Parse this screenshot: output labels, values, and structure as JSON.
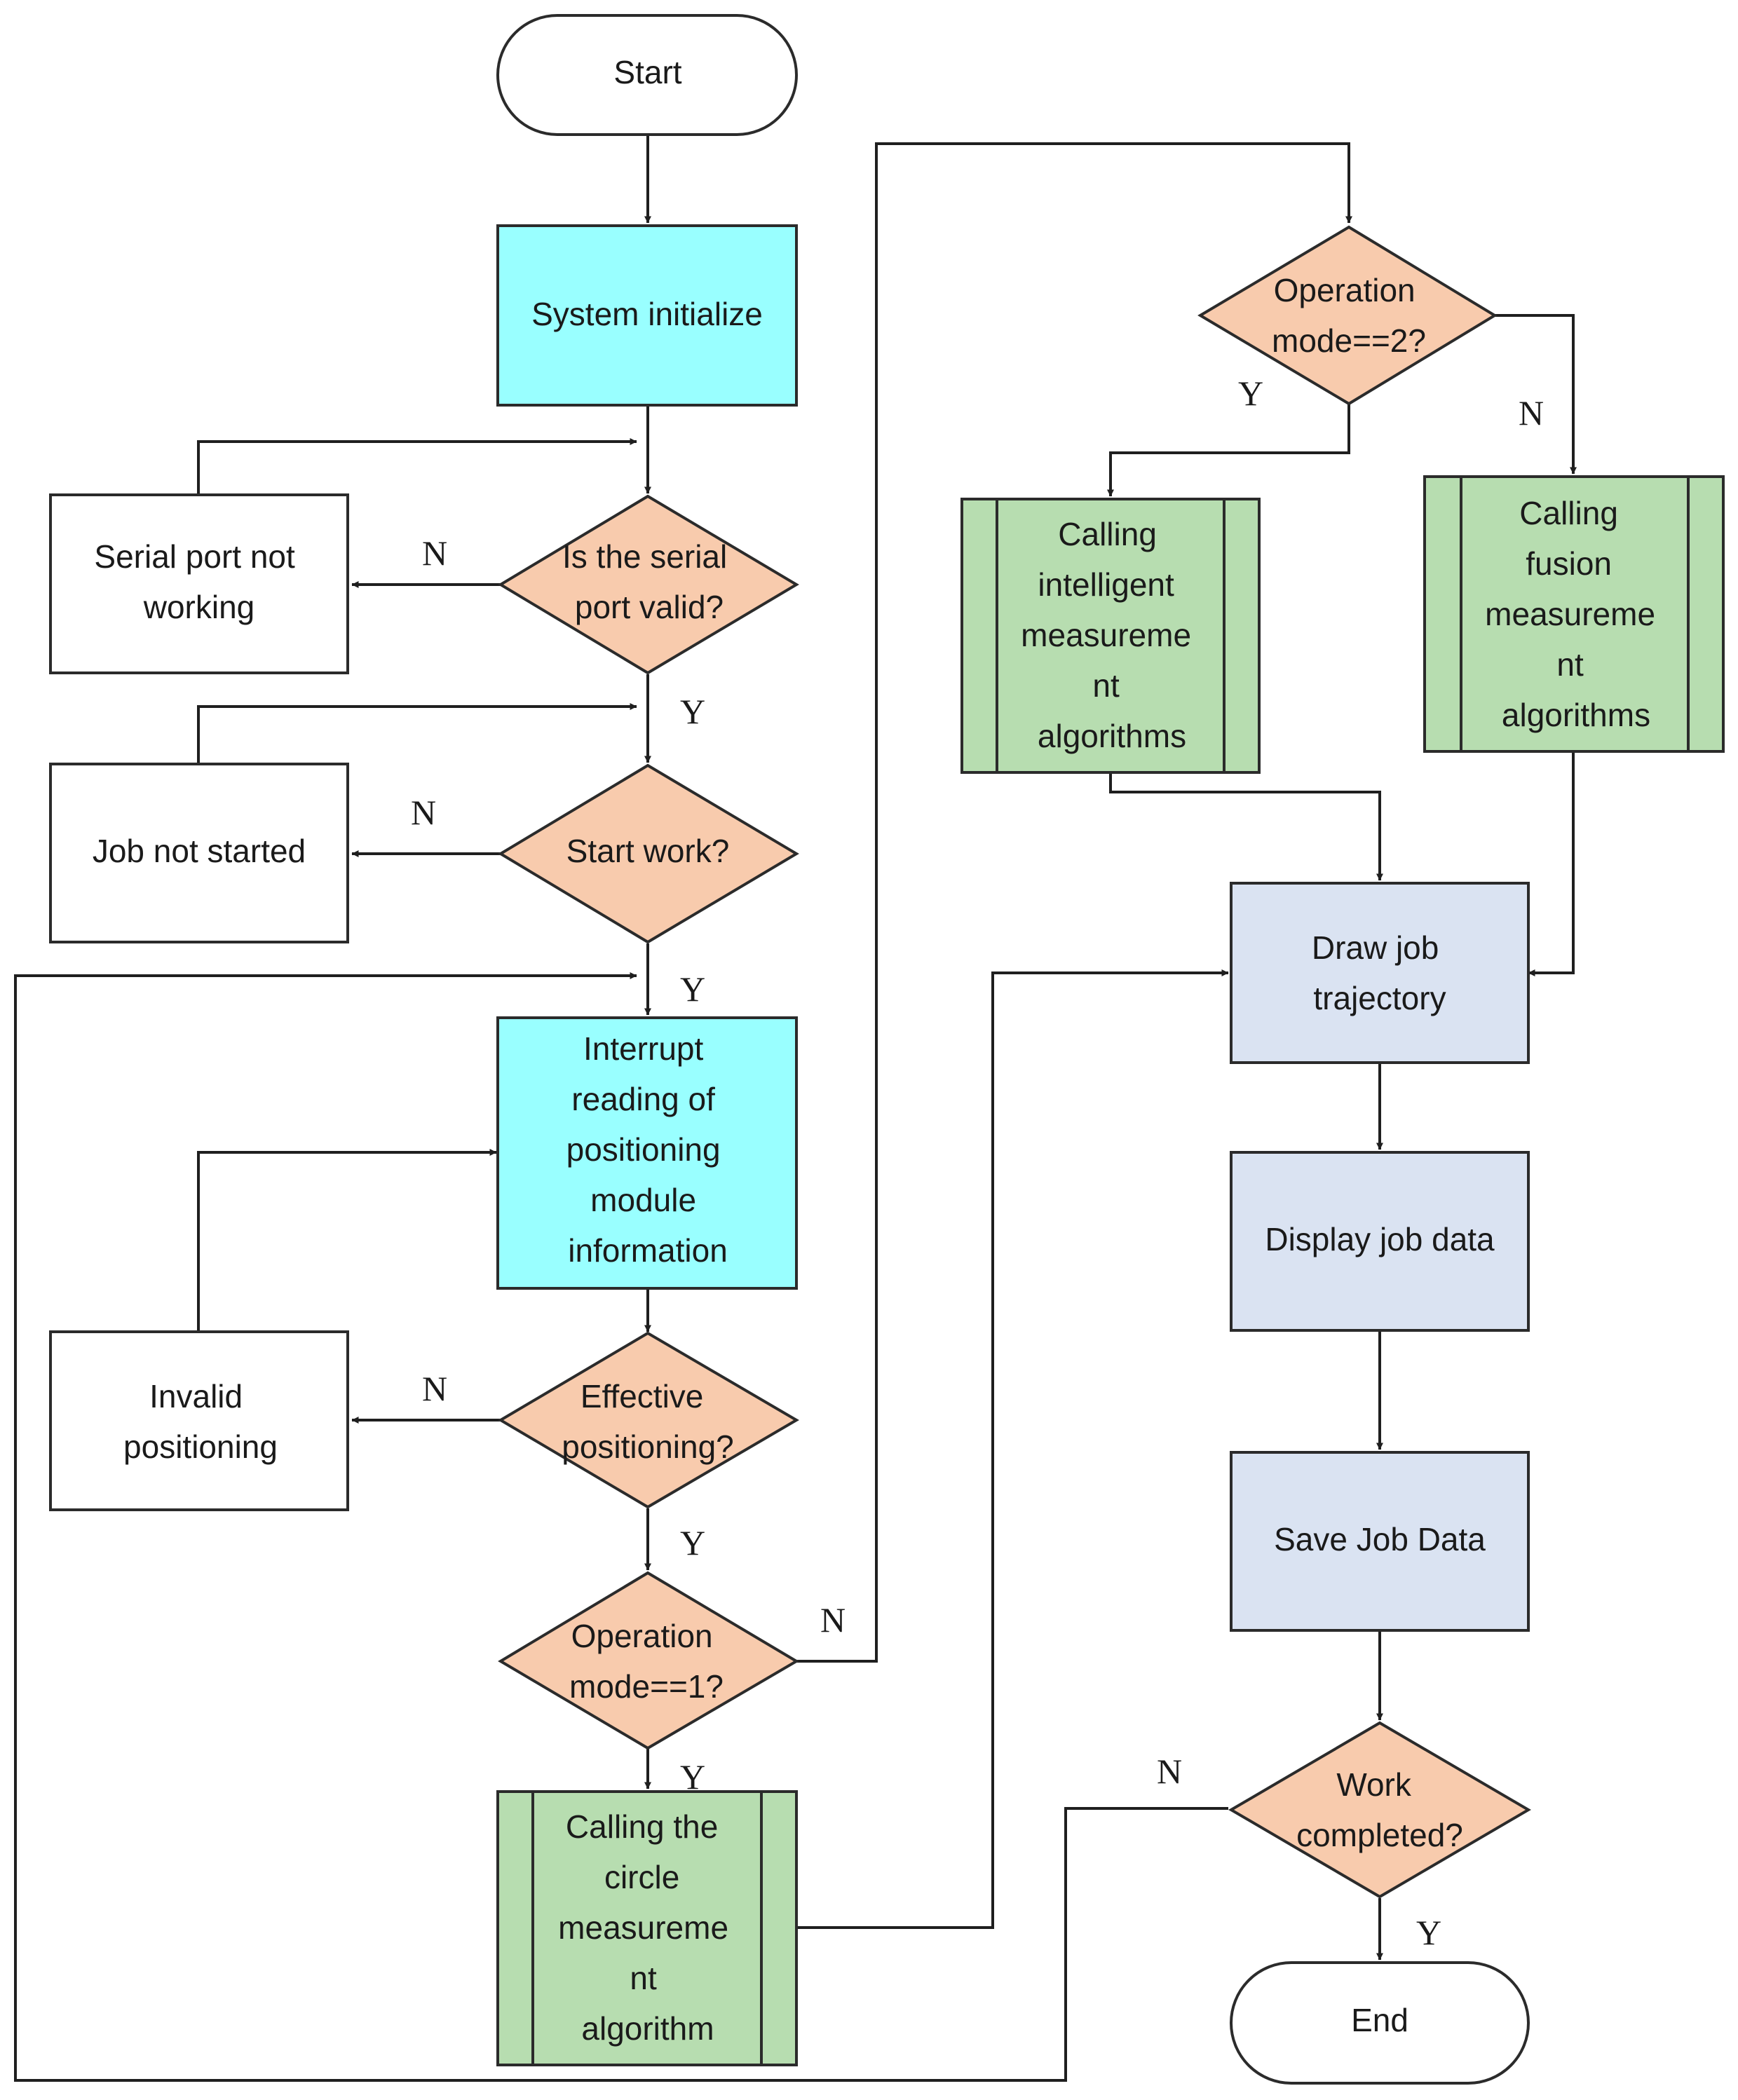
{
  "nodes": {
    "start": "Start",
    "sys_init": "System initialize",
    "serial_valid": [
      "Is the serial",
      "port valid?"
    ],
    "serial_not_working": [
      "Serial port not",
      "working"
    ],
    "start_work": "Start work?",
    "job_not_started": "Job not started",
    "interrupt": [
      "Interrupt",
      "reading of",
      "positioning",
      "module",
      "information"
    ],
    "effective_pos": [
      "Effective",
      "positioning?"
    ],
    "invalid_pos": [
      "Invalid",
      "positioning"
    ],
    "op_mode1": [
      "Operation",
      "mode==1?"
    ],
    "circle_alg": [
      "Calling the",
      "circle",
      "measureme",
      "nt",
      "algorithm"
    ],
    "op_mode2": [
      "Operation",
      "mode==2?"
    ],
    "intelligent_alg": [
      "Calling",
      "intelligent",
      "measureme",
      "nt",
      "algorithms"
    ],
    "fusion_alg": [
      "Calling",
      "fusion",
      "measureme",
      "nt",
      "algorithms"
    ],
    "draw_traj": [
      "Draw job",
      "trajectory"
    ],
    "display_data": "Display job data",
    "save_data": "Save Job Data",
    "work_completed": [
      "Work",
      "completed?"
    ],
    "end": "End"
  },
  "edge_labels": {
    "yes": "Y",
    "no": "N"
  },
  "colors": {
    "process_cyan": "#99ffff",
    "decision_orange": "#f8cbad",
    "subprocess_green": "#b7ddb0",
    "output_blue": "#dae3f2",
    "plain_box": "#ffffff",
    "line": "#1f1f1f"
  }
}
